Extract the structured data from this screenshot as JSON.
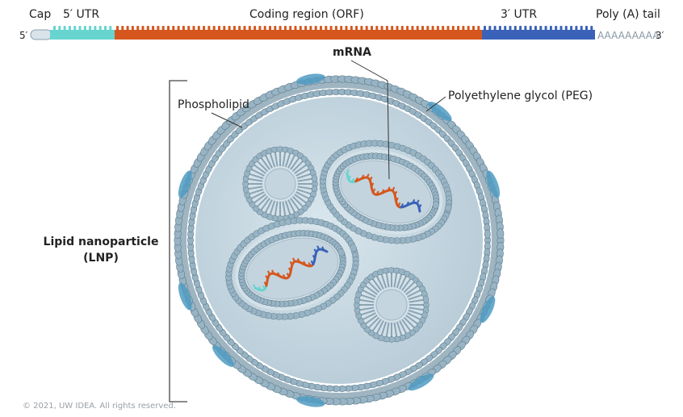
{
  "mrna_strand": {
    "cap_label": "Cap",
    "utr5_label": "5′ UTR",
    "coding_label": "Coding region (ORF)",
    "utr3_label": "3′ UTR",
    "polya_label": "Poly (A) tail",
    "five_prime": "5′",
    "three_prime": "3′",
    "polya_sequence": "AAAAAAAAA",
    "colors": {
      "cap": "#d8e3ea",
      "utr5": "#67d4cf",
      "coding": "#d5571e",
      "utr3": "#3a62b8",
      "polya": "#a9b6c2"
    }
  },
  "nanoparticle": {
    "mrna_label": "mRNA",
    "phospholipid_label": "Phospholipid",
    "peg_label": "Polyethylene glycol (PEG)",
    "lnp_label_line1": "Lipid nanoparticle",
    "lnp_label_line2": "(LNP)",
    "colors": {
      "core": "#c8d8e1",
      "lipid_head": "#98b4c4",
      "lipid_edge": "#5d7c8d",
      "peg": "#4f9bc2"
    }
  },
  "copyright": "© 2021, UW IDEA. All rights reserved."
}
